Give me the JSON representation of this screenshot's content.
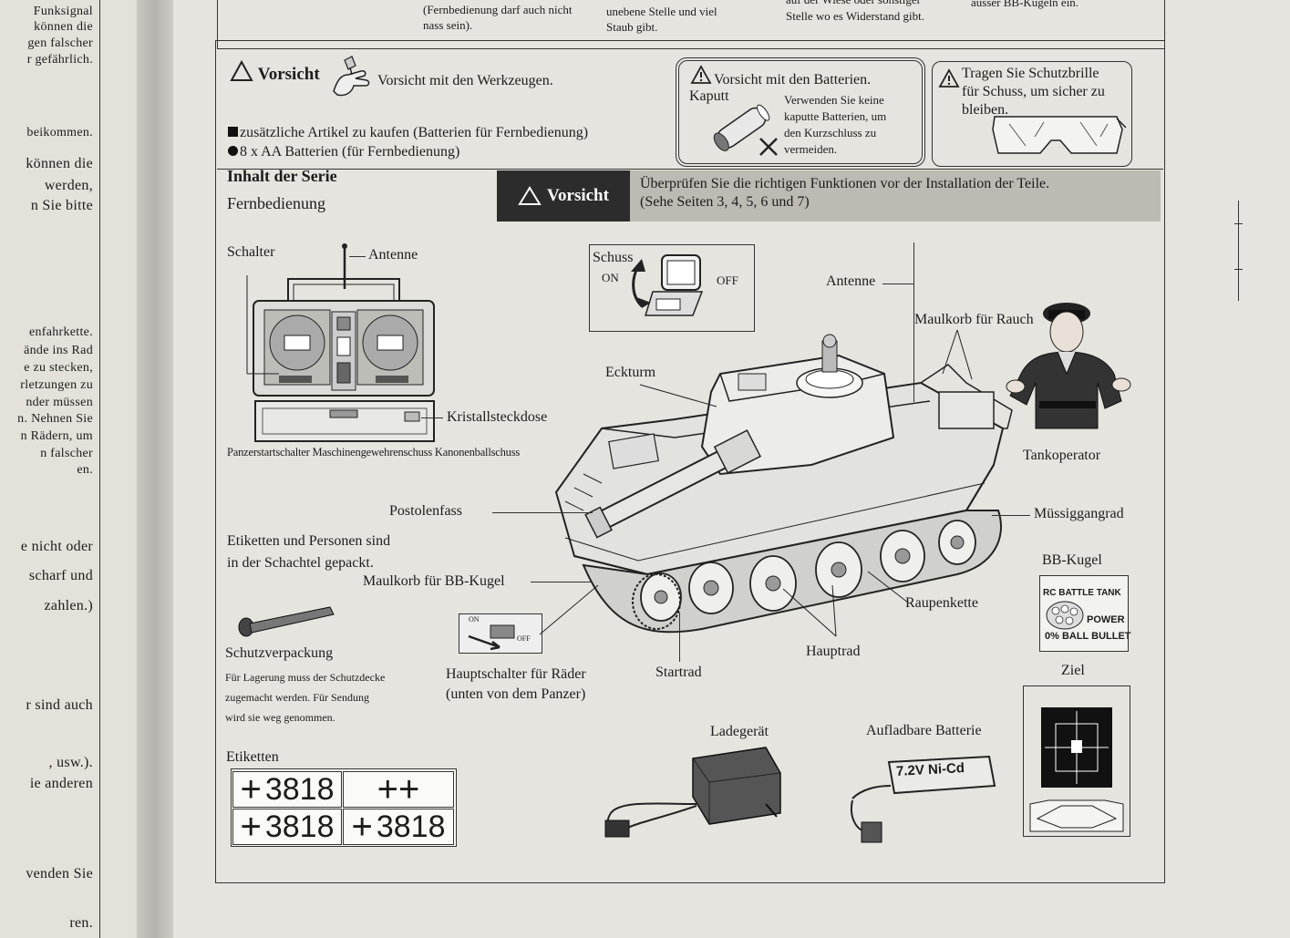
{
  "left_page": {
    "fragments": [
      "Funksignal",
      "können die",
      "gen falscher",
      "r gefährlich.",
      "beikommen.",
      "können die",
      "werden,",
      "n Sie bitte",
      "enfahrkette.",
      "ände ins Rad",
      "e zu stecken,",
      "rletzungen zu",
      "nder müssen",
      "n. Nehnen Sie",
      "n Rädern, um",
      "n falscher",
      "en.",
      "e nicht oder",
      "scharf und",
      "zahlen.)",
      "r sind auch",
      ", usw.).",
      "ie anderen",
      "venden Sie",
      "ren."
    ]
  },
  "top_strip": {
    "col1": [
      "(Fernbedienung darf auch nicht",
      "nass sein)."
    ],
    "col2": [
      "unebene Stelle und viel",
      "Staub gibt."
    ],
    "col3": "Stelle wo es Widerstand gibt.",
    "col3_top": "auf der Wiese oder sonstiger",
    "col4": "ausser BB-Kugeln ein."
  },
  "caution_tools": {
    "word": "Vorsicht",
    "text": "Vorsicht mit den Werkzeugen."
  },
  "extra_items": {
    "line1": "zusätzliche Artikel zu kaufen (Batterien für Fernbedienung)",
    "line2": "8 x AA Batterien (für Fernbedienung)"
  },
  "battery_caution": {
    "title": "Vorsicht mit den Batterien.",
    "kaputt": "Kaputt",
    "text": [
      "Verwenden Sie keine",
      "kaputte Batterien, um",
      "den Kurzschluss zu",
      "vermeiden."
    ]
  },
  "goggles_caution": {
    "text": [
      "Tragen Sie Schutzbrille",
      "für Schuss, um sicher zu",
      "bleiben."
    ]
  },
  "series": {
    "title": "Inhalt der Serie",
    "subtitle": "Fernbedienung"
  },
  "check_warning": {
    "word": "Vorsicht",
    "line1": "Überprüfen Sie die richtigen Funktionen vor der Installation der Teile.",
    "line2": "(Sehe Seiten 3, 4, 5, 6 und 7)"
  },
  "remote": {
    "schalter": "Schalter",
    "antenne": "Antenne",
    "kristall": "Kristallsteckdose",
    "bottom_labels": "Panzerstartschalter Maschinengewehrenschuss Kanonenballschuss"
  },
  "schuss": {
    "title": "Schuss",
    "on": "ON",
    "off": "OFF"
  },
  "tank_labels": {
    "antenne": "Antenne",
    "maulkorb_rauch": "Maulkorb für Rauch",
    "eckturm": "Eckturm",
    "tankoperator": "Tankoperator",
    "postolenfass": "Postolenfass",
    "muessiggangrad": "Müssiggangrad",
    "maulkorb_bb": "Maulkorb für BB-Kugel",
    "raupenkette": "Raupenkette",
    "hauptrad": "Hauptrad",
    "startrad": "Startrad",
    "hauptschalter": [
      "Hauptschalter für Räder",
      "(unten von dem Panzer)"
    ],
    "switch_on": "ON",
    "switch_off": "OFF"
  },
  "packing_note": [
    "Etiketten und Personen sind",
    "in der Schachtel gepackt."
  ],
  "schutz": {
    "title": "Schutzverpackung",
    "note": [
      "Für Lagerung muss der Schutzdecke",
      "zugemacht werden. Für Sendung",
      "wird sie weg genommen."
    ]
  },
  "bb": {
    "title": "BB-Kugel",
    "pack_lines": [
      "RC BATTLE TANK",
      "POWER",
      "0% BALL BULLET"
    ]
  },
  "ziel": {
    "title": "Ziel"
  },
  "ladegeraet": "Ladegerät",
  "battery": {
    "title": "Aufladbare Batterie",
    "print": "7.2V Ni-Cd"
  },
  "etiketten": {
    "title": "Etiketten",
    "cells": [
      "3818",
      "",
      "3818",
      "3818"
    ]
  }
}
